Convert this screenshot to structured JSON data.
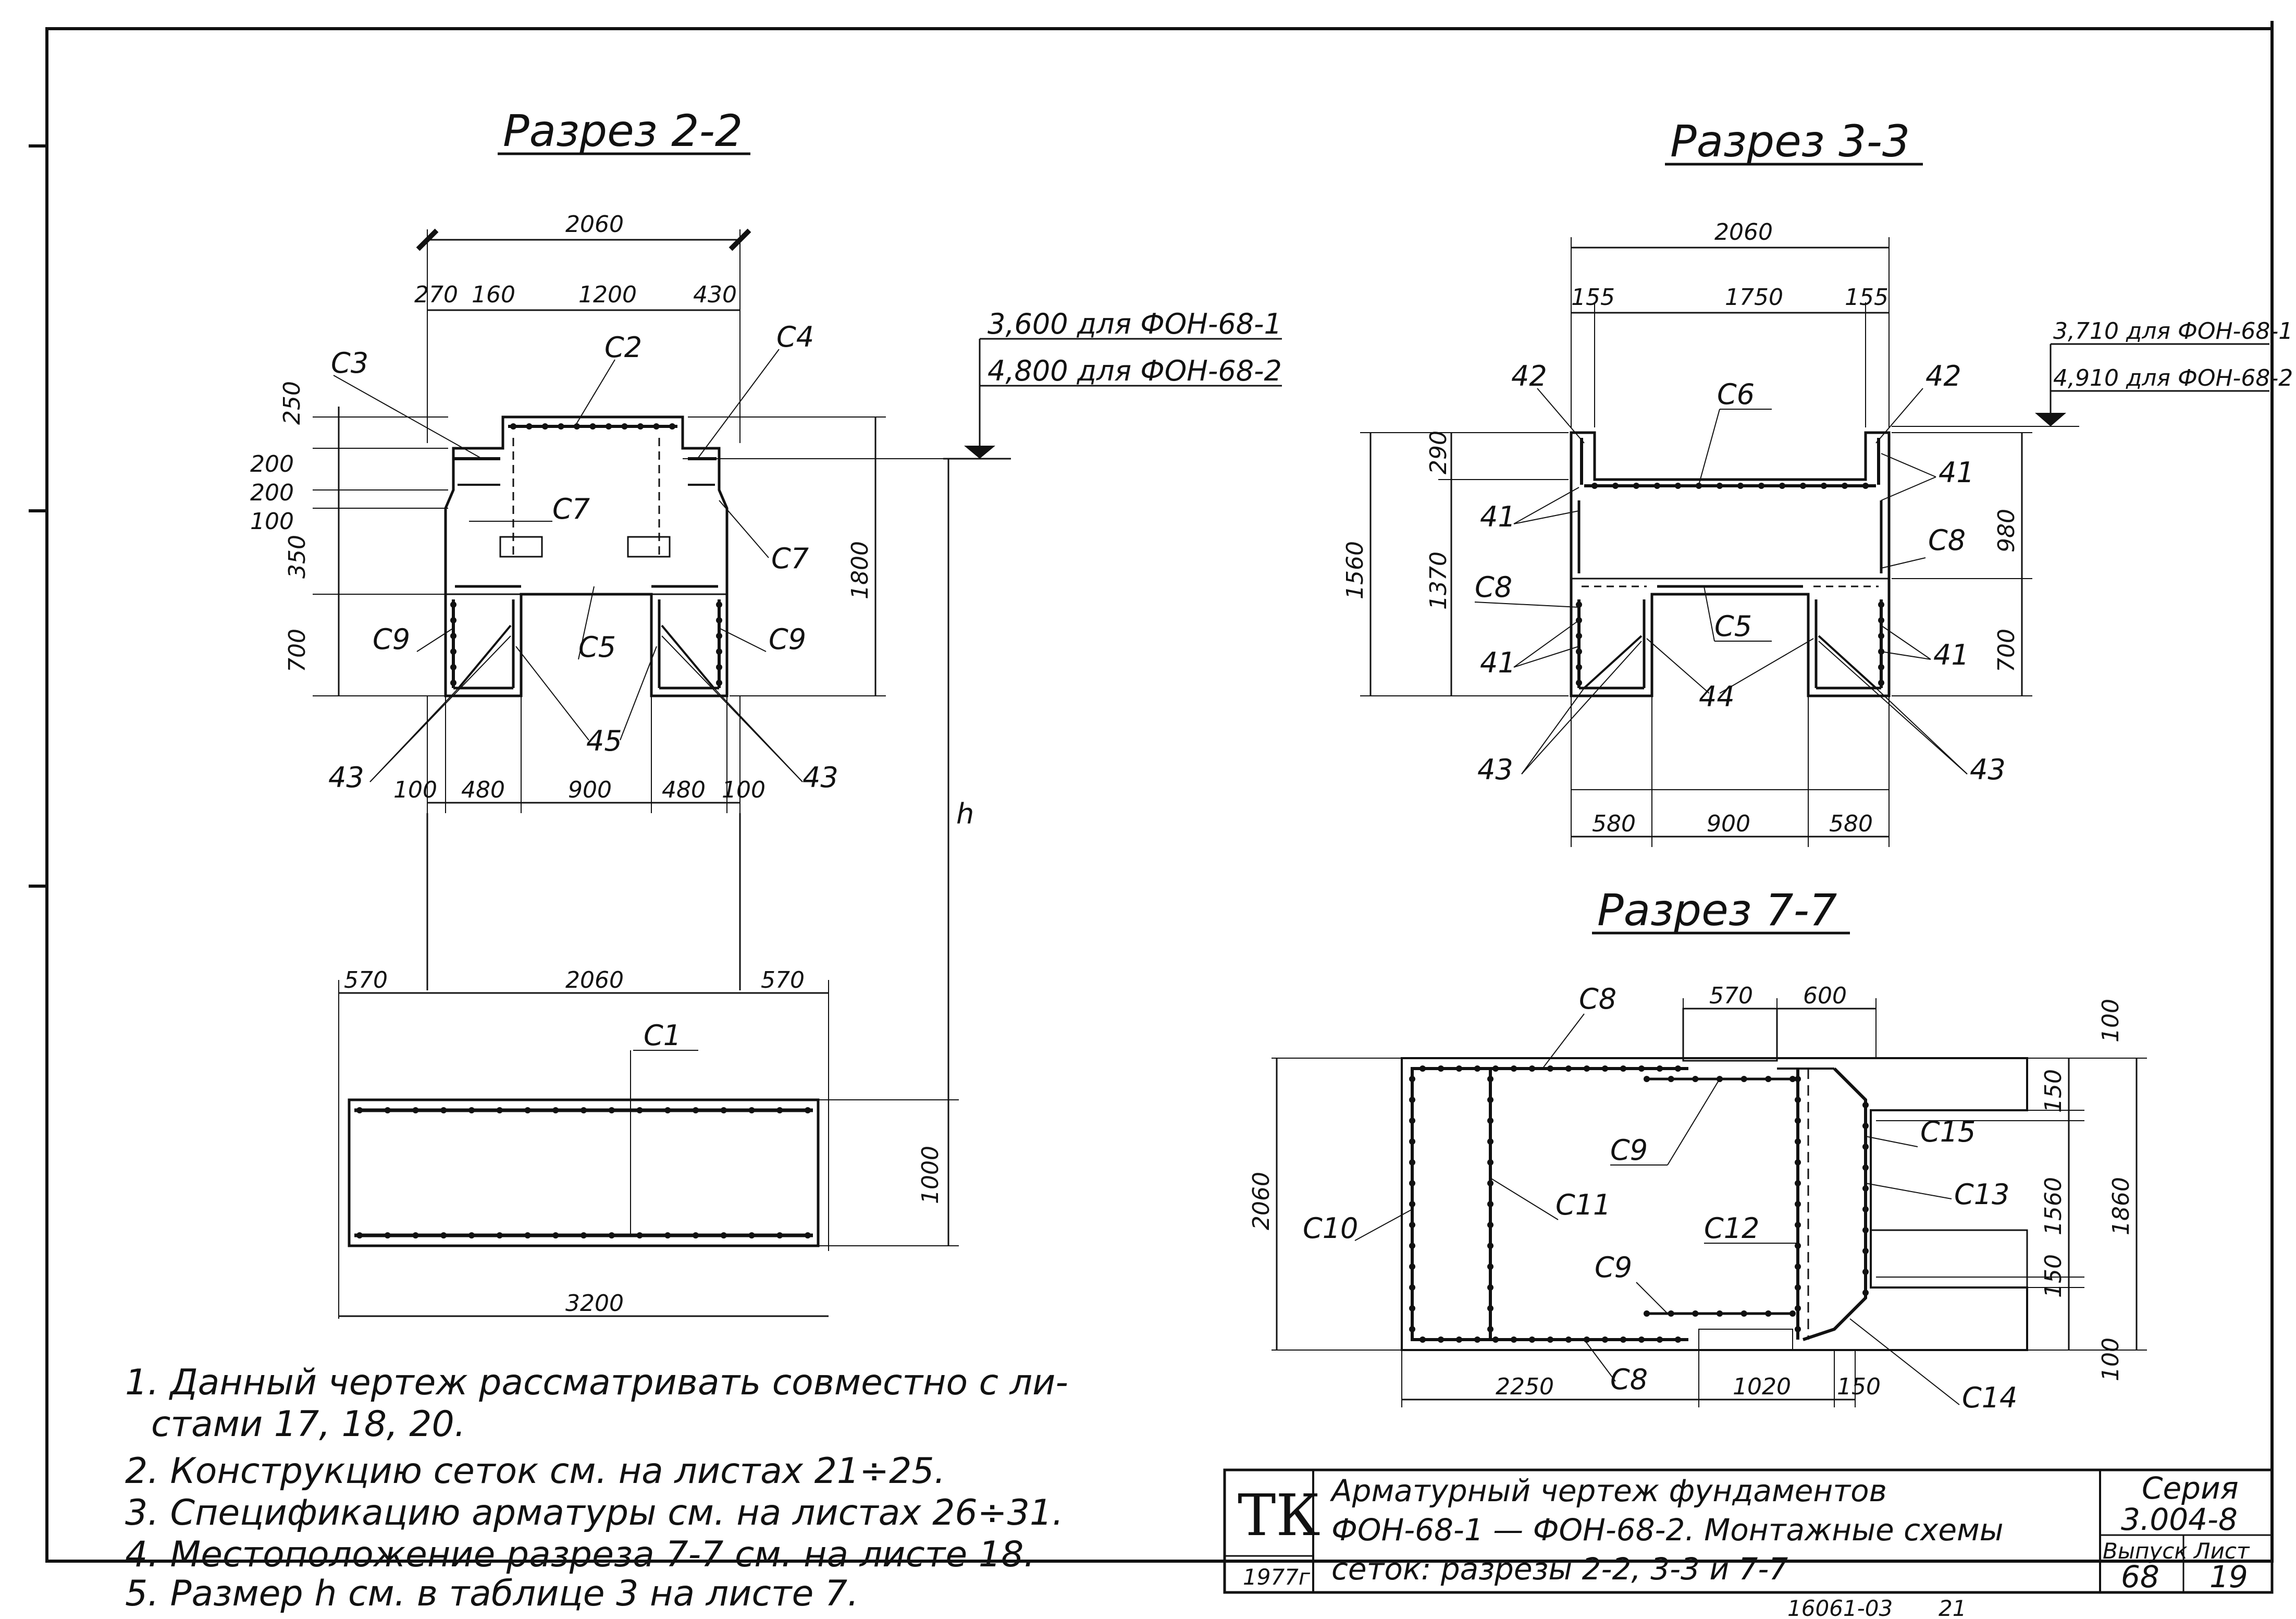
{
  "sections": {
    "s22": {
      "title": "Разрез 2-2",
      "dims": {
        "top_total": "2060",
        "top_parts": [
          "270",
          "160",
          "1200",
          "430"
        ],
        "left_heights": [
          "250",
          "200",
          "200",
          "100",
          "350",
          "700"
        ],
        "right_height": "1800",
        "bottom_parts": [
          "100",
          "480",
          "900",
          "480",
          "100"
        ],
        "h": "h",
        "base_parts": [
          "570",
          "2060",
          "570"
        ],
        "base_total": "3200",
        "base_height": "1000"
      },
      "level_1": "3,600 для ФОН-68-1",
      "level_2": "4,800 для ФОН-68-2",
      "labels": {
        "c1": "С1",
        "c2": "С2",
        "c3": "С3",
        "c4": "С4",
        "c5": "С5",
        "c7a": "С7",
        "c7b": "С7",
        "c9a": "С9",
        "c9b": "С9",
        "n43a": "43",
        "n43b": "43",
        "n45": "45"
      }
    },
    "s33": {
      "title": "Разрез 3-3",
      "dims": {
        "top_total": "2060",
        "top_parts": [
          "155",
          "1750",
          "155"
        ],
        "left_heights": [
          "290",
          "1370",
          "1560"
        ],
        "right_heights": [
          "980",
          "700"
        ],
        "bottom_parts": [
          "580",
          "900",
          "580"
        ]
      },
      "level_1": "3,710 для ФОН-68-1",
      "level_2": "4,910 для ФОН-68-2",
      "labels": {
        "c5": "С5",
        "c6": "С6",
        "c8a": "С8",
        "c8b": "С8",
        "n41a": "41",
        "n41b": "41",
        "n41c": "41",
        "n41d": "41",
        "n42a": "42",
        "n42b": "42",
        "n43a": "43",
        "n43b": "43",
        "n44": "44"
      }
    },
    "s77": {
      "title": "Разрез 7-7",
      "dims": {
        "top_parts": [
          "570",
          "600"
        ],
        "left_height": "2060",
        "right_small": [
          "100",
          "150",
          "150",
          "100"
        ],
        "right_inner": "1560",
        "right_total": "1860",
        "bottom_parts": [
          "2250",
          "1020",
          "150"
        ]
      },
      "labels": {
        "c8a": "С8",
        "c8b": "С8",
        "c9a": "С9",
        "c9b": "С9",
        "c10": "С10",
        "c11": "С11",
        "c12": "С12",
        "c13": "С13",
        "c14": "С14",
        "c15": "С15"
      }
    }
  },
  "notes": [
    "1. Данный чертеж рассматривать совместно с ли-",
    "стами 17, 18, 20.",
    "2. Конструкцию сеток см. на листах 21÷25.",
    "3. Спецификацию арматуры см. на листах 26÷31.",
    "4. Местоположение разреза 7-7 см. на листе 18.",
    "5. Размер h см. в таблице 3 на листе 7."
  ],
  "title_block": {
    "logo": "ТК",
    "year": "1977г",
    "title_lines": [
      "Арматурный чертеж фундаментов",
      "ФОН-68-1 — ФОН-68-2. Монтажные схемы",
      "сеток: разрезы 2-2, 3-3 и 7-7"
    ],
    "series_label": "Серия",
    "series_value": "3.004-8",
    "issue_label": "Выпуск",
    "issue_value": "68",
    "sheet_label": "Лист",
    "sheet_value": "19"
  },
  "footer": {
    "code": "16061-03",
    "page": "21"
  }
}
